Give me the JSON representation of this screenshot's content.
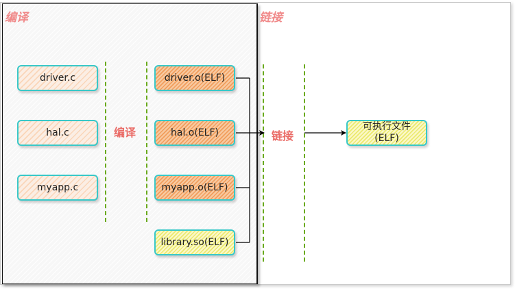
{
  "sections": {
    "compile_title": "编译",
    "link_title": "链接"
  },
  "stages": {
    "compile_label": "编译",
    "link_label": "链接"
  },
  "source_files": [
    {
      "label": "driver.c"
    },
    {
      "label": "hal.c"
    },
    {
      "label": "myapp.c"
    }
  ],
  "object_files": [
    {
      "label": "driver.o(ELF)"
    },
    {
      "label": "hal.o(ELF)"
    },
    {
      "label": "myapp.o(ELF)"
    },
    {
      "label": "library.so(ELF)"
    }
  ],
  "output": {
    "line1": "可执行文件",
    "line2": "(ELF)"
  },
  "colors": {
    "node_border": "#38c8c8",
    "source_fill": "#fbeee4",
    "object_fill": "#f8c9a0",
    "library_fill": "#fbf7c8",
    "stage_divider": "#6aaa1e",
    "stage_label": "#ea6b66"
  }
}
